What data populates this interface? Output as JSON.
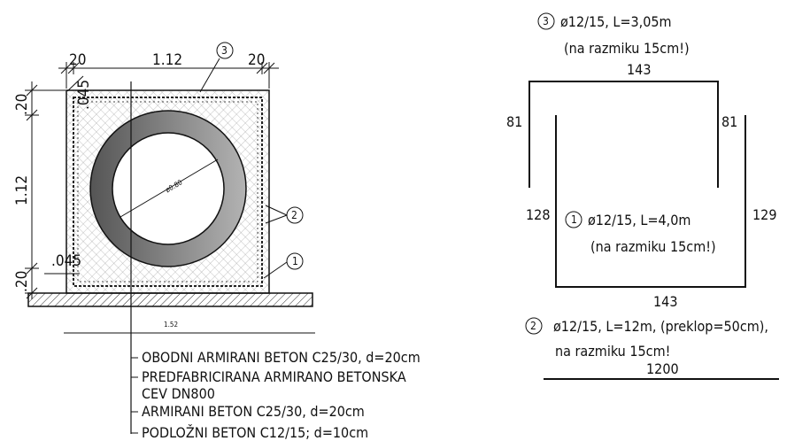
{
  "section": {
    "dim_top_left": "20",
    "dim_top_mid": "1.12",
    "dim_top_right": "20",
    "dim_left_top": ".20",
    "dim_left_mid": "1.12",
    "dim_left_bottom": ".20",
    "cover_top": ".045",
    "cover_bottom": ".045",
    "pipe_diameter": "ø0.80",
    "base_width": "1.52",
    "marker_1": "1",
    "marker_2": "2",
    "marker_3": "3"
  },
  "legend": [
    "OBODNI ARMIRANI BETON C25/30, d=20cm",
    "PREDFABRICIRANA ARMIRANO BETONSKA",
    "CEV DN800",
    "ARMIRANI BETON C25/30, d=20cm",
    "PODLOŽNI BETON C12/15; d=10cm"
  ],
  "bar3": {
    "marker": "3",
    "spec": "ø12/15, L=3,05m",
    "spacing": "(na razmiku 15cm!)",
    "top": "143",
    "left": "81",
    "right": "81"
  },
  "bar1": {
    "marker": "1",
    "spec": "ø12/15, L=4,0m",
    "spacing": "(na razmiku 15cm!)",
    "left": "128",
    "right": "129",
    "bottom": "143"
  },
  "bar2": {
    "marker": "2",
    "spec": "ø12/15, L=12m, (preklop=50cm),",
    "spacing": "na razmiku 15cm!",
    "length": "1200"
  }
}
